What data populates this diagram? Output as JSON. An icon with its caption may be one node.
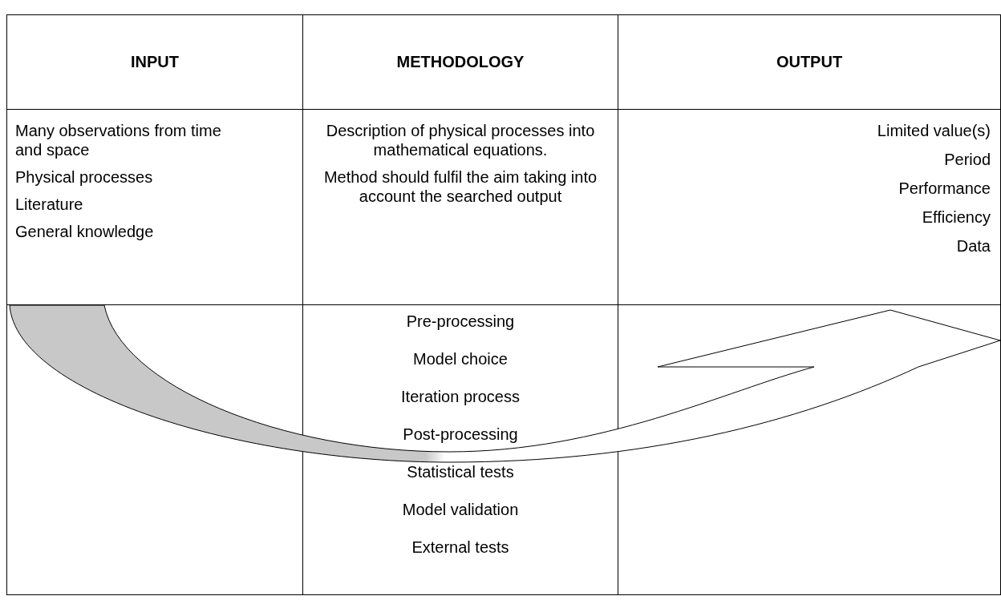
{
  "diagram": {
    "nodes": [
      {
        "text": [
          "INPUT"
        ]
      },
      {
        "text": [
          "METHODOLOGY"
        ]
      },
      {
        "text": [
          "OUTPUT"
        ]
      },
      {
        "text": [
          "Many observations from time and space",
          "Physical processes",
          "Literature",
          "General knowledge"
        ]
      },
      {
        "text": [
          "Description of physical processes into mathematical equations.",
          "Method should fulfil the aim taking into account the searched output"
        ]
      },
      {
        "text": [
          "Limited value(s)",
          "Period",
          "Performance",
          "Efficiency",
          "Data"
        ]
      },
      {
        "text": [],
        "shape": "box"
      },
      {
        "text": [
          "Pre-processing",
          "Model choice",
          "Iteration process",
          "Post-processing",
          "Statistical tests",
          "Model validation",
          "External tests"
        ]
      },
      {
        "text": [],
        "shape": "box"
      }
    ],
    "edges": [
      {
        "from": 6,
        "to": 8,
        "arrow": "to",
        "style": "thick"
      }
    ]
  }
}
